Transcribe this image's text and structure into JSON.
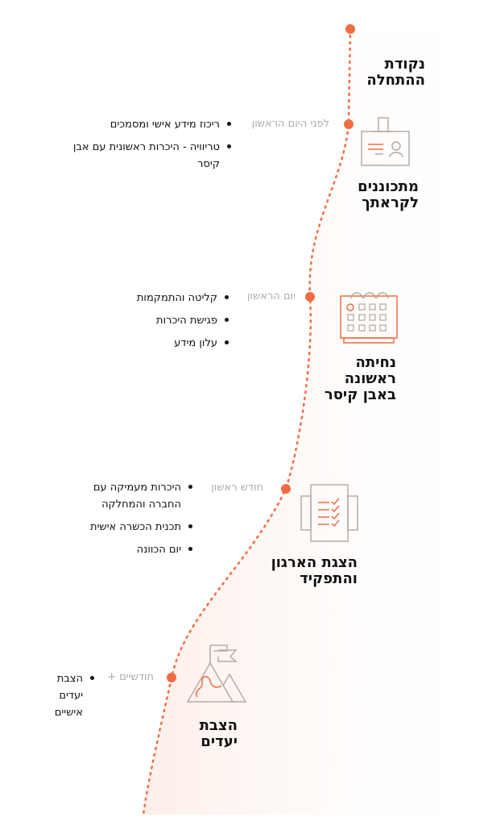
{
  "colors": {
    "accent": "#f26b43",
    "icon_gray": "#b5aba6",
    "text": "#111111",
    "muted": "#aaaaaa"
  },
  "stages": [
    {
      "title_lines": [
        "נקודת",
        "ההתחלה"
      ]
    },
    {
      "title_lines": [
        "מתכוננים",
        "לקראתך"
      ],
      "time": "לפני היום הראשון",
      "icon": "id-badge-icon",
      "items": [
        "ריכוז מידע אישי ומסמכים",
        "טריוויה - היכרות ראשונית עם אבן קיסר"
      ]
    },
    {
      "title_lines": [
        "נחיתה",
        "ראשונה",
        "באבן קיסר"
      ],
      "time": "יום הראשון",
      "icon": "calendar-icon",
      "items": [
        "קליטה והתמקמות",
        "פגישת היכרות",
        "עלון מידע"
      ]
    },
    {
      "title_lines": [
        "הצגת הארגון",
        "והתפקיד"
      ],
      "time": "חודש ראשון",
      "icon": "checklist-icon",
      "items": [
        "היכרות מעמיקה עם החברה והמחלקה",
        "תכנית הכשרה אישית",
        "יום הכוונה"
      ]
    },
    {
      "title_lines": [
        "הצבת",
        "יעדים"
      ],
      "time": "חודשיים +",
      "icon": "mountain-flag-icon",
      "items": [
        "הצבת יעדים אישיים"
      ]
    }
  ]
}
